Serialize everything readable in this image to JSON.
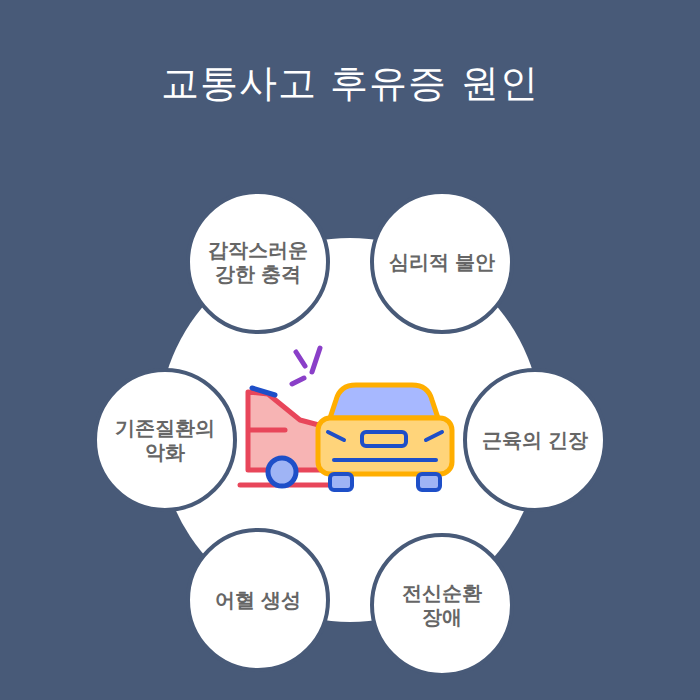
{
  "diagram": {
    "title": "교통사고 후유증 원인",
    "nodes": [
      {
        "text": [
          "갑작스러운 강한 충격"
        ]
      },
      {
        "text": [
          "심리적 불안"
        ]
      },
      {
        "text": [
          "기존질환의 악화"
        ]
      },
      {
        "text": [
          "근육의 긴장"
        ]
      },
      {
        "text": [
          "어혈 생성"
        ]
      },
      {
        "text": [
          "전신순환 장애"
        ]
      }
    ]
  }
}
